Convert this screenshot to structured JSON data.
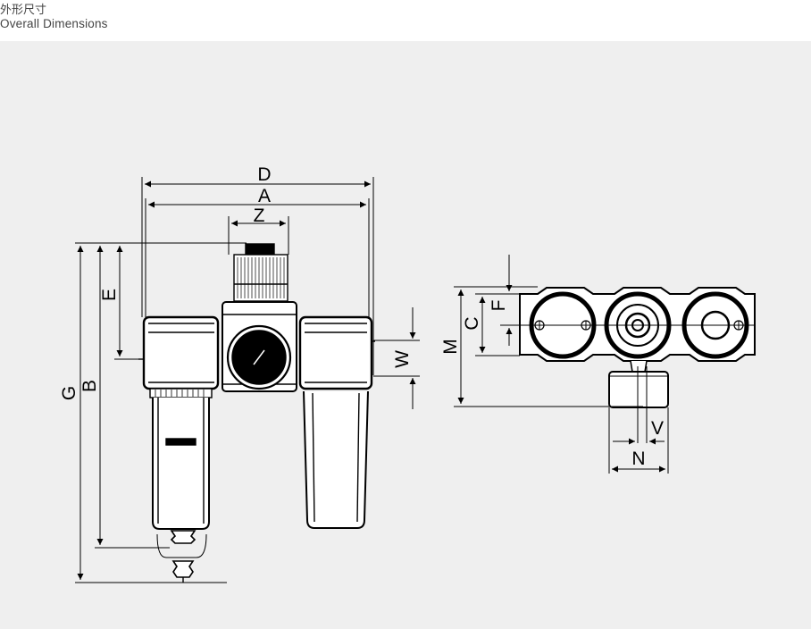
{
  "header": {
    "title_cn": "外形尺寸",
    "title_en": "Overall Dimensions"
  },
  "dimensions": {
    "D": "D",
    "A": "A",
    "Z": "Z",
    "E": "E",
    "G": "G",
    "B": "B",
    "W": "W",
    "M": "M",
    "C": "C",
    "F": "F",
    "V": "V",
    "N": "N"
  },
  "colors": {
    "background": "#efefef",
    "line": "#000000"
  }
}
